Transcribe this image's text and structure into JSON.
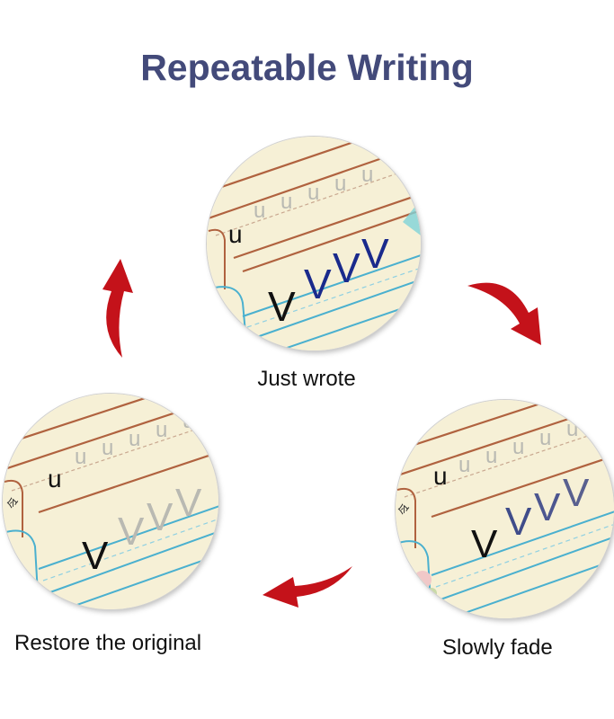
{
  "title": "Repeatable Writing",
  "title_color": "#434a7a",
  "arrow_color": "#c4121a",
  "stages": [
    {
      "caption": "Just wrote",
      "ink": "fresh"
    },
    {
      "caption": "Slowly fade",
      "ink": "fading"
    },
    {
      "caption": "Restore the original",
      "ink": "restored"
    }
  ],
  "sheet": {
    "letter_u": "u",
    "letter_v": "V",
    "side_glyph": "令",
    "paper_color": "#f6f0d6",
    "ink_fresh": "#1a2a8c",
    "ink_black": "#111111",
    "guide_gray": "#b9b9b2",
    "brown_line": "#b0623f",
    "blue_line": "#4ab0cf"
  }
}
